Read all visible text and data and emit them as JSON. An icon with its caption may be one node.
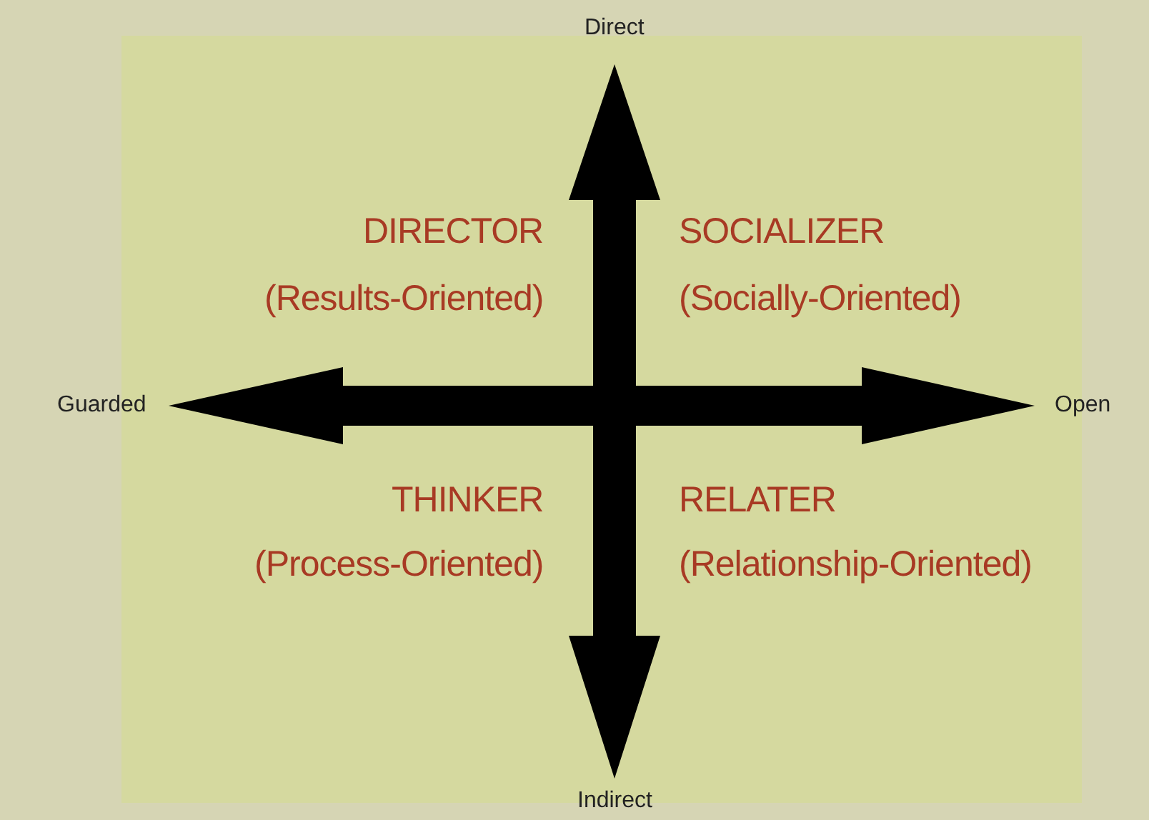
{
  "diagram": {
    "labels": [
      "Direct",
      "DIRECTOR",
      "(Results-Oriented)",
      "SOCIALIZER",
      "(Socially-Oriented)",
      "Guarded",
      "Open",
      "THINKER",
      "(Process-Oriented)",
      "RELATER",
      "(Relationship-Oriented)",
      "Indirect"
    ]
  }
}
